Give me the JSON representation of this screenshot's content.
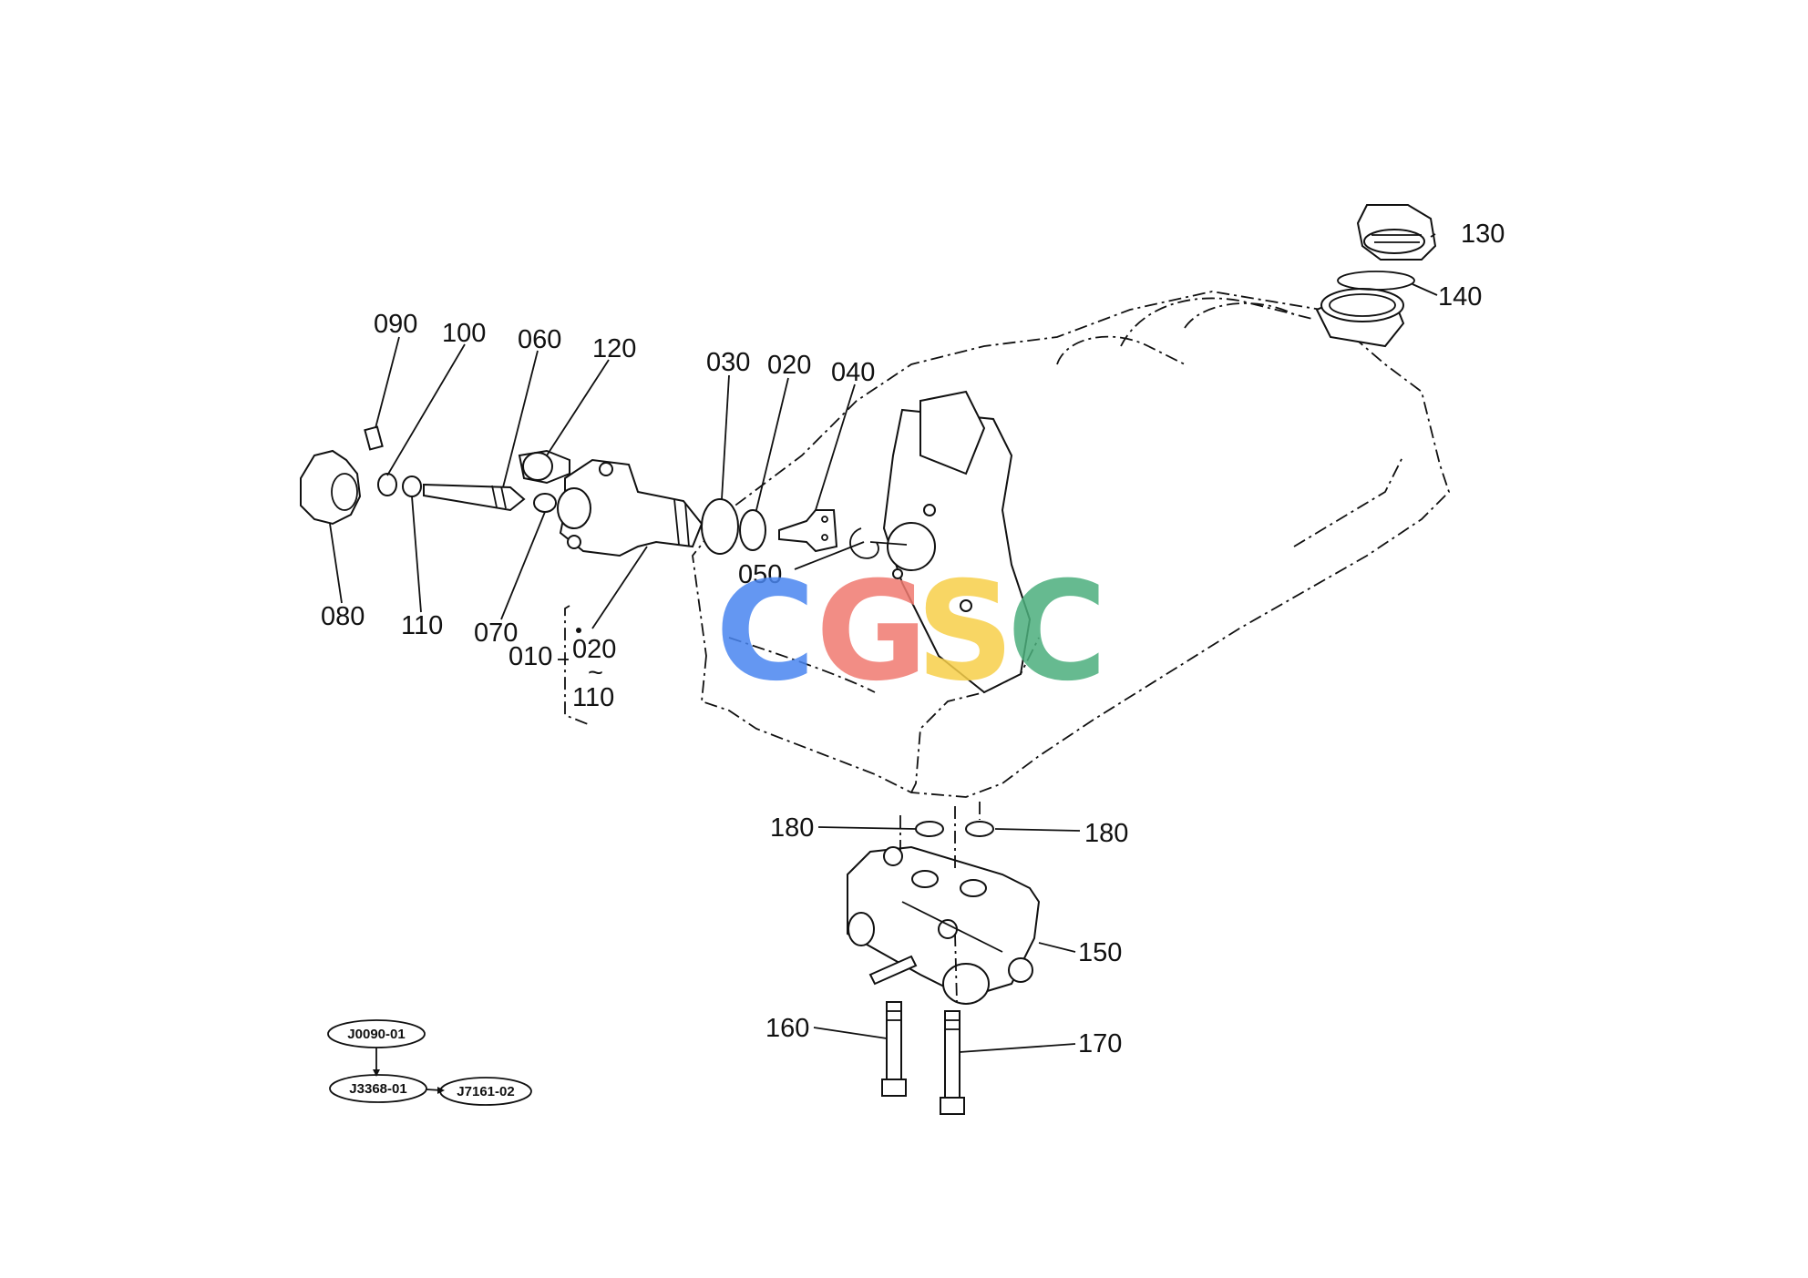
{
  "callouts": {
    "p090": "090",
    "p100": "100",
    "p060": "060",
    "p120": "120",
    "p030": "030",
    "p020": "020",
    "p040": "040",
    "p080": "080",
    "p110": "110",
    "p070": "070",
    "p050": "050",
    "p010": "010",
    "range_from": "020",
    "range_sep": "~",
    "range_to": "110",
    "p130": "130",
    "p140": "140",
    "p180_left": "180",
    "p180_right": "180",
    "p150": "150",
    "p160": "160",
    "p170": "170"
  },
  "reference_flow": {
    "top": "J0090-01",
    "bottom_left": "J3368-01",
    "bottom_right": "J7161-02"
  },
  "watermark": {
    "letters": [
      "C",
      "G",
      "S",
      "C"
    ],
    "colors": [
      "#4a86f0",
      "#f07a70",
      "#f7cf4a",
      "#4caf7d"
    ]
  }
}
